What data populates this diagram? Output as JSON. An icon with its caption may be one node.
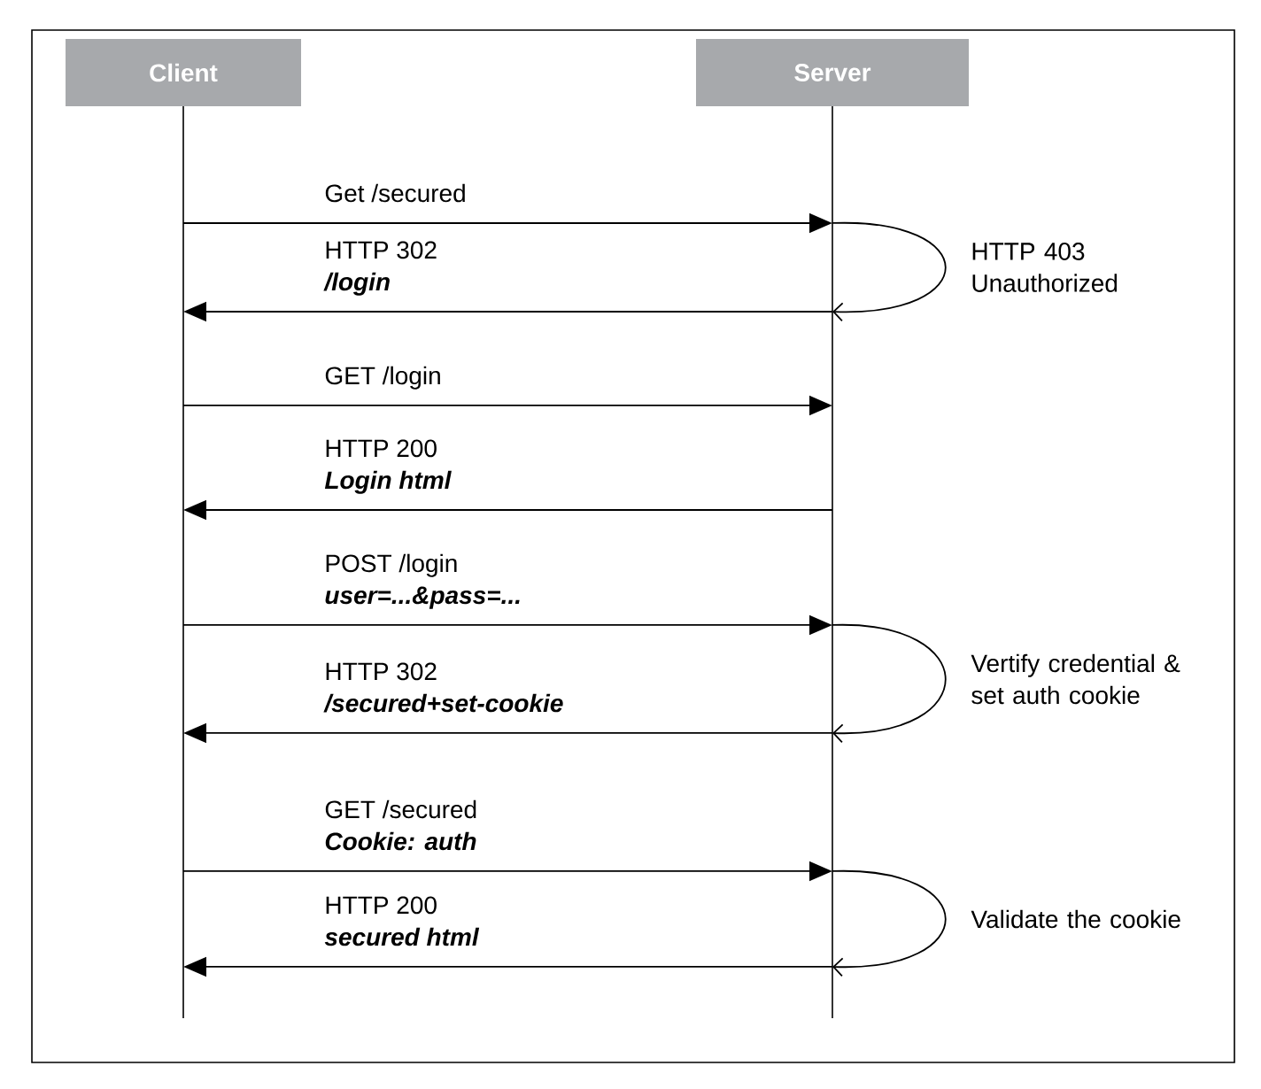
{
  "diagram": {
    "nodes": [
      {
        "text": [
          "Client"
        ]
      },
      {
        "text": [
          "Server"
        ]
      }
    ],
    "edges": [
      {
        "from": 0,
        "to": 1,
        "arrow": "to",
        "label": "Get /secured"
      },
      {
        "from": 1,
        "to": 1,
        "arrow": "to",
        "label": "HTTP 403 Unauthorized"
      },
      {
        "from": 1,
        "to": 0,
        "arrow": "to",
        "label": "HTTP 302"
      },
      {
        "from": 0,
        "to": 1,
        "arrow": "to",
        "label": "GET /login"
      },
      {
        "from": 1,
        "to": 0,
        "arrow": "to",
        "label": "HTTP 200"
      },
      {
        "from": 0,
        "to": 1,
        "arrow": "to",
        "label": "POST /login"
      },
      {
        "from": 1,
        "to": 1,
        "arrow": "to",
        "label": "Vertify credential & set auth cookie"
      },
      {
        "from": 1,
        "to": 0,
        "arrow": "to",
        "label": "HTTP 302"
      },
      {
        "from": 0,
        "to": 1,
        "arrow": "to",
        "label": "GET /secured"
      },
      {
        "from": 1,
        "to": 1,
        "arrow": "to",
        "label": "Validate the cookie"
      },
      {
        "from": 1,
        "to": 0,
        "arrow": "to",
        "label": "HTTP 200"
      }
    ],
    "labels": [
      "/login",
      "Login html",
      "user=...&pass=...",
      "/secured+set-cookie",
      "Cookie: auth",
      "secured html"
    ]
  }
}
